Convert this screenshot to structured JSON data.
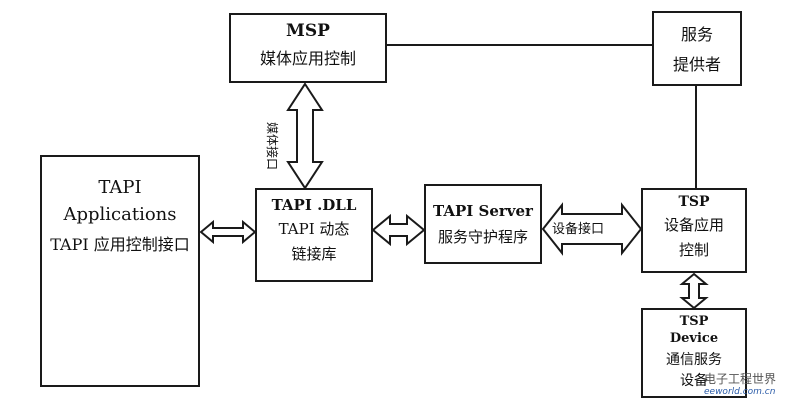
{
  "boxes": {
    "msp": {
      "line1": "MSP",
      "line2": "媒体应用控制"
    },
    "provider": {
      "line1": "服务",
      "line2": "提供者"
    },
    "apps": {
      "line1": "TAPI",
      "line2": "Applications",
      "line3": "TAPI 应用控制接口"
    },
    "dll": {
      "line1": "TAPI .DLL",
      "line2": "TAPI 动态",
      "line3": "链接库"
    },
    "server": {
      "line1": "TAPI Server",
      "line2": "服务守护程序"
    },
    "tsp": {
      "line1": "TSP",
      "line2": "设备应用",
      "line3": "控制"
    },
    "device": {
      "line1": "TSP",
      "line2": "Device",
      "line3": "通信服务",
      "line4": "设备"
    }
  },
  "arrows": {
    "media_interface": "媒体接口",
    "device_interface": "设备接口"
  },
  "watermark": {
    "line1": "电子工程世界",
    "line2": "eeworld.com.cn"
  }
}
